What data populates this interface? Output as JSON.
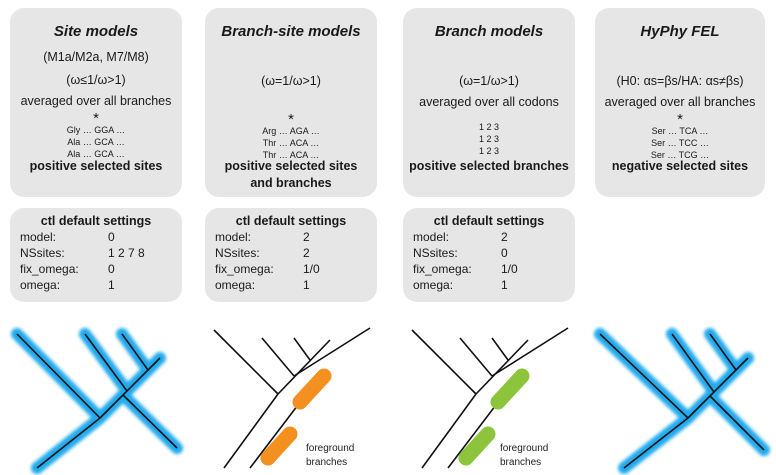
{
  "models": [
    {
      "title": "Site models",
      "lines": [
        "(M1a/M2a, M7/M8)",
        "(ω≤1/ω>1)",
        "averaged over all branches"
      ],
      "alignment": [
        "Gly … GGA …",
        "Ala … GCA …",
        "Ala … GCA …"
      ],
      "result": [
        "positive selected sites"
      ]
    },
    {
      "title": "Branch-site models",
      "lines": [
        "(ω=1/ω>1)"
      ],
      "alignment": [
        "Arg … AGA …",
        "Thr … ACA …",
        "Thr … ACA …"
      ],
      "result": [
        "positive selected sites",
        "and branches"
      ]
    },
    {
      "title": "Branch models",
      "lines": [
        "(ω=1/ω>1)",
        "averaged over all codons"
      ],
      "alignment": [
        "1 2 3",
        "1 2 3",
        "1 2 3"
      ],
      "result": [
        "positive selected branches"
      ]
    },
    {
      "title": "HyPhy FEL",
      "lines": [
        "(H0: αs=βs/HA: αs≠βs)",
        "averaged over all branches"
      ],
      "alignment": [
        "Ser … TCA …",
        "Ser … TCC …",
        "Ser … TCG …"
      ],
      "result": [
        "negative selected sites"
      ]
    }
  ],
  "asterisk": "*",
  "ctl": [
    {
      "title": "ctl default settings",
      "rows": [
        {
          "key": "model:",
          "value": "0"
        },
        {
          "key": "NSsites:",
          "value": "1 2 7 8"
        },
        {
          "key": "fix_omega:",
          "value": "0"
        },
        {
          "key": "omega:",
          "value": "1"
        }
      ]
    },
    {
      "title": "ctl default settings",
      "rows": [
        {
          "key": "model:",
          "value": "2"
        },
        {
          "key": "NSsites:",
          "value": "2"
        },
        {
          "key": "fix_omega:",
          "value": "1/0"
        },
        {
          "key": "omega:",
          "value": "1"
        }
      ]
    },
    {
      "title": "ctl default settings",
      "rows": [
        {
          "key": "model:",
          "value": "2"
        },
        {
          "key": "NSsites:",
          "value": "0"
        },
        {
          "key": "fix_omega:",
          "value": "1/0"
        },
        {
          "key": "omega:",
          "value": "1"
        }
      ]
    }
  ],
  "trees": [
    {
      "highlight": "all-branches",
      "color": "#22aaee"
    },
    {
      "highlight": "foreground",
      "color": "#f39020",
      "label": [
        "foreground",
        "branches"
      ]
    },
    {
      "highlight": "foreground",
      "color": "#8cc43c",
      "label": [
        "foreground",
        "branches"
      ]
    },
    {
      "highlight": "all-branches",
      "color": "#22aaee"
    }
  ]
}
